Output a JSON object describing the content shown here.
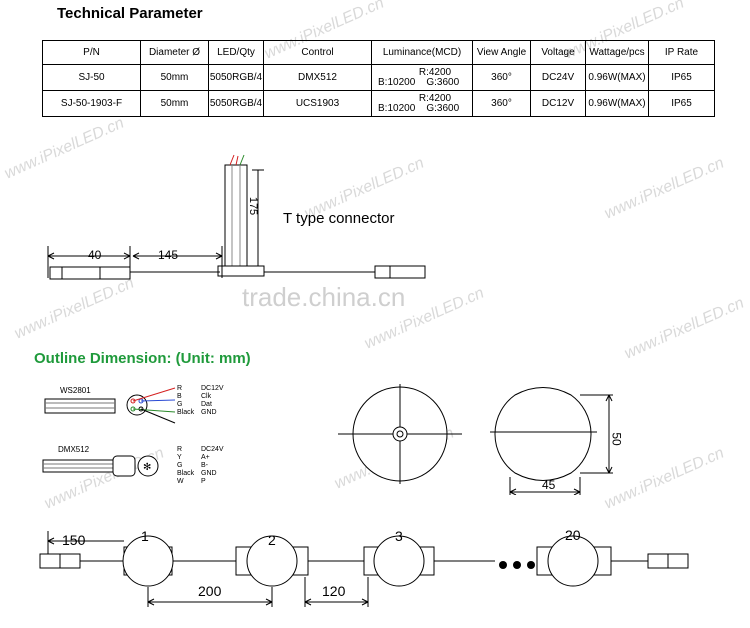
{
  "technical": {
    "title": "Technical Parameter",
    "headers": [
      "P/N",
      "Diameter Ø",
      "LED/Qty",
      "Control",
      "Luminance(MCD)",
      "View Angle",
      "Voltage",
      "Wattage/pcs",
      "IP Rate"
    ],
    "rows": [
      {
        "pn": "SJ-50",
        "diameter": "50mm",
        "led": "5050RGB/4",
        "control": "DMX512",
        "lum_top": "R:4200",
        "lum_bottom": "B:10200    G:3600",
        "angle": "360°",
        "voltage": "DC24V",
        "wattage": "0.96W(MAX)",
        "ip": "IP65"
      },
      {
        "pn": "SJ-50-1903-F",
        "diameter": "50mm",
        "led": "5050RGB/4",
        "control": "UCS1903",
        "lum_top": "R:4200",
        "lum_bottom": "B:10200    G:3600",
        "angle": "360°",
        "voltage": "DC12V",
        "wattage": "0.96W(MAX)",
        "ip": "IP65"
      }
    ]
  },
  "connector": {
    "dim_175": "175",
    "dim_40": "40",
    "dim_145": "145",
    "label": "T type connector"
  },
  "outline": {
    "title": "Outline Dimension: (Unit: mm)",
    "ws2801_label": "WS2801",
    "ws2801_wires": [
      {
        "color": "R",
        "signal": "DC12V"
      },
      {
        "color": "B",
        "signal": "Clk"
      },
      {
        "color": "G",
        "signal": "Dat"
      },
      {
        "color": "Black",
        "signal": "GND"
      }
    ],
    "dmx512_label": "DMX512",
    "dmx512_wires": [
      {
        "color": "R",
        "signal": "DC24V"
      },
      {
        "color": "Y",
        "signal": "A+"
      },
      {
        "color": "G",
        "signal": "B-"
      },
      {
        "color": "Black",
        "signal": "GND"
      },
      {
        "color": "W",
        "signal": "P"
      }
    ],
    "dim_50": "50",
    "dim_45": "45"
  },
  "chain": {
    "dim_150": "150",
    "nodes": [
      "1",
      "2",
      "3",
      "20"
    ],
    "dim_200": "200",
    "dim_120": "120"
  },
  "watermarks": {
    "site": "www.iPixelLED.cn",
    "trade": "trade.china.cn"
  },
  "colors": {
    "outline_title": "#1f9a3b",
    "wire_red": "#d42020",
    "wire_green": "#2a8a2a",
    "wire_blue": "#2a4ad4"
  }
}
